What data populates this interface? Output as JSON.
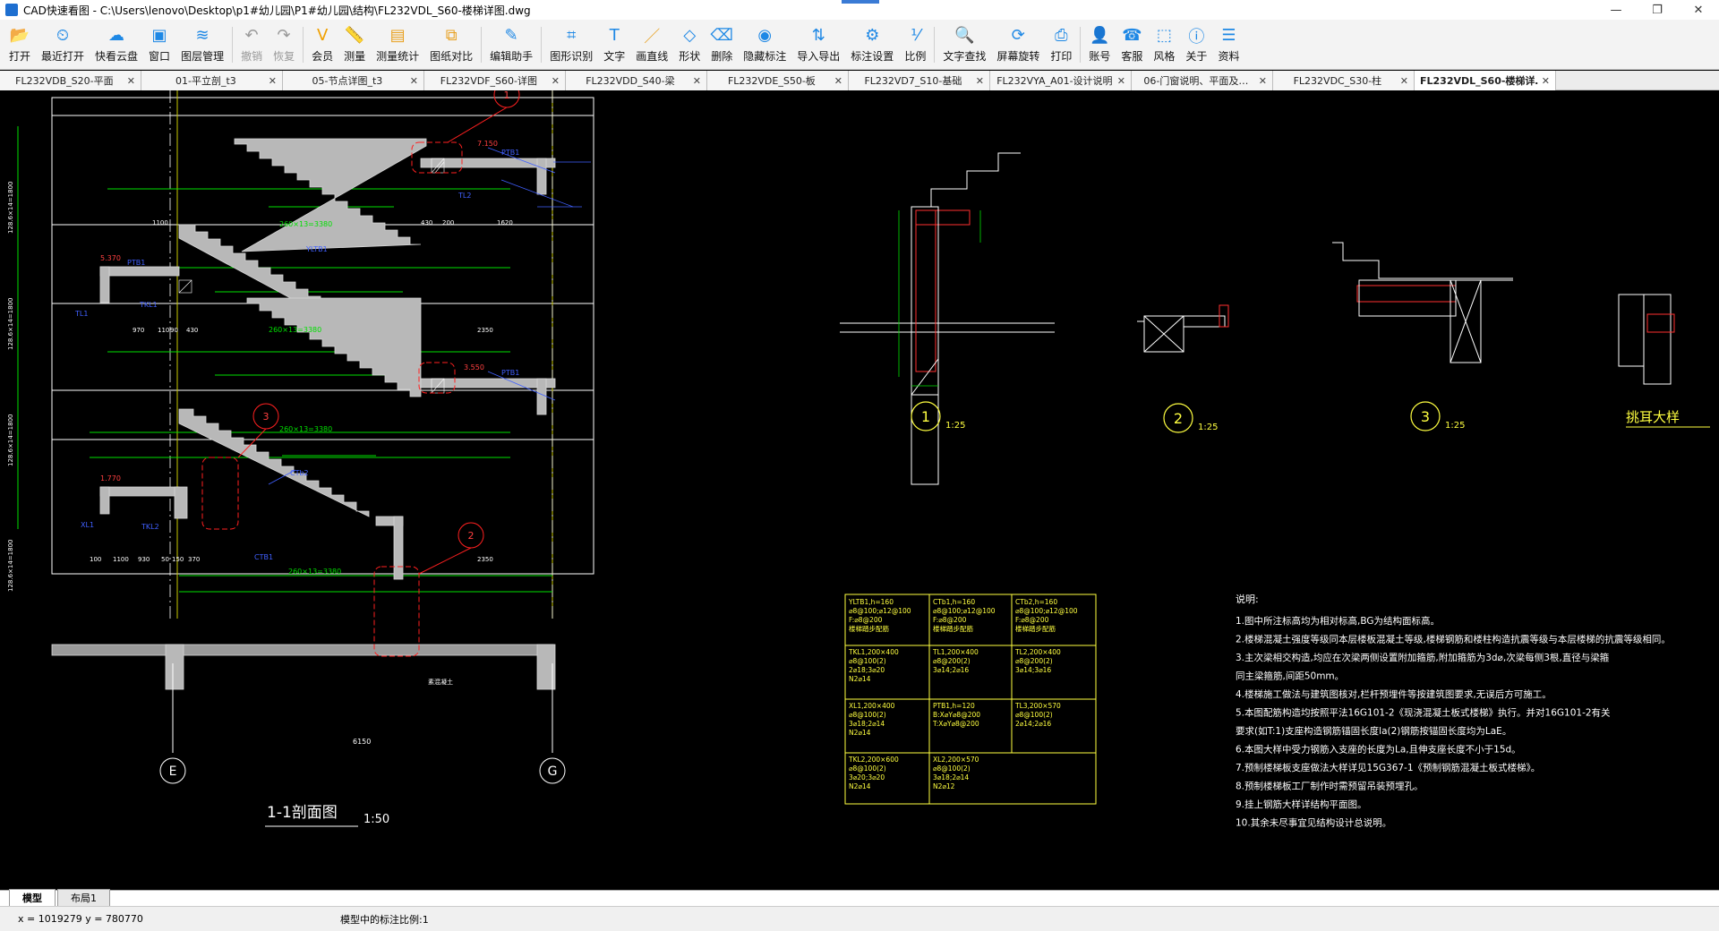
{
  "window": {
    "title": "CAD快速看图 - C:\\Users\\lenovo\\Desktop\\p1#幼儿园\\P1#幼儿园\\结构\\FL232VDL_S60-楼梯详图.dwg",
    "minimize": "—",
    "maximize": "❐",
    "close": "✕"
  },
  "toolbar": [
    {
      "label": "打开",
      "icon": "folder-icon",
      "color": "#1e88e5"
    },
    {
      "label": "最近打开",
      "icon": "clock-icon",
      "color": "#1e88e5"
    },
    {
      "label": "快看云盘",
      "icon": "cloud-icon",
      "color": "#1e88e5"
    },
    {
      "label": "窗口",
      "icon": "window-icon",
      "color": "#1e88e5"
    },
    {
      "label": "图层管理",
      "icon": "layers-icon",
      "color": "#1e88e5"
    },
    {
      "label": "撤销",
      "icon": "undo-icon",
      "color": "#999999",
      "disabled": true
    },
    {
      "label": "恢复",
      "icon": "redo-icon",
      "color": "#999999",
      "disabled": true
    },
    {
      "label": "会员",
      "icon": "vip-icon",
      "color": "#f0a000"
    },
    {
      "label": "测量",
      "icon": "ruler-icon",
      "color": "#1e88e5"
    },
    {
      "label": "测量统计",
      "icon": "stats-icon",
      "color": "#e8a020"
    },
    {
      "label": "图纸对比",
      "icon": "compare-icon",
      "color": "#e8a020"
    },
    {
      "label": "编辑助手",
      "icon": "edit-icon",
      "color": "#1e88e5"
    },
    {
      "label": "图形识别",
      "icon": "recognize-icon",
      "color": "#1e88e5"
    },
    {
      "label": "文字",
      "icon": "text-icon",
      "color": "#1e88e5"
    },
    {
      "label": "画直线",
      "icon": "line-icon",
      "color": "#e8a020"
    },
    {
      "label": "形状",
      "icon": "shape-icon",
      "color": "#1e88e5"
    },
    {
      "label": "删除",
      "icon": "eraser-icon",
      "color": "#1e88e5"
    },
    {
      "label": "隐藏标注",
      "icon": "eye-icon",
      "color": "#1e88e5"
    },
    {
      "label": "导入导出",
      "icon": "import-export-icon",
      "color": "#1e88e5"
    },
    {
      "label": "标注设置",
      "icon": "settings-icon",
      "color": "#1e88e5"
    },
    {
      "label": "比例",
      "icon": "scale-icon",
      "color": "#1e88e5"
    },
    {
      "label": "文字查找",
      "icon": "text-search-icon",
      "color": "#1e88e5"
    },
    {
      "label": "屏幕旋转",
      "icon": "rotate-icon",
      "color": "#1e88e5"
    },
    {
      "label": "打印",
      "icon": "print-icon",
      "color": "#1e88e5"
    },
    {
      "label": "账号",
      "icon": "user-icon",
      "color": "#1e88e5"
    },
    {
      "label": "客服",
      "icon": "headset-icon",
      "color": "#1e88e5"
    },
    {
      "label": "风格",
      "icon": "style-icon",
      "color": "#1e88e5"
    },
    {
      "label": "关于",
      "icon": "info-icon",
      "color": "#1e88e5"
    },
    {
      "label": "资料",
      "icon": "docs-icon",
      "color": "#1e88e5"
    }
  ],
  "tabs": [
    {
      "label": "FL232VDB_S20-平面",
      "active": false
    },
    {
      "label": "01-平立剖_t3",
      "active": false
    },
    {
      "label": "05-节点详图_t3",
      "active": false
    },
    {
      "label": "FL232VDF_S60-详图",
      "active": false
    },
    {
      "label": "FL232VDD_S40-梁",
      "active": false
    },
    {
      "label": "FL232VDE_S50-板",
      "active": false
    },
    {
      "label": "FL232VD7_S10-基础",
      "active": false
    },
    {
      "label": "FL232VYA_A01-设计说明",
      "active": false
    },
    {
      "label": "06-门窗说明、平面及…",
      "active": false
    },
    {
      "label": "FL232VDC_S30-柱",
      "active": false
    },
    {
      "label": "FL232VDL_S60-楼梯详…",
      "active": true
    }
  ],
  "tab_close": "✕",
  "drawing": {
    "section_title": "1-1剖面图",
    "section_scale": "1:50",
    "axis_labels": [
      "E",
      "G"
    ],
    "total_dim": "6150",
    "details": [
      {
        "num": "1",
        "scale": "1:25"
      },
      {
        "num": "2",
        "scale": "1:25"
      },
      {
        "num": "3",
        "scale": "1:25"
      }
    ],
    "tiaoer_label": "挑耳大样",
    "callouts": [
      "1",
      "3",
      "2"
    ],
    "levels": [
      "7.150",
      "5.370",
      "3.550",
      "1.770"
    ],
    "flight_dims": [
      "260×13=3380",
      "260×13=3380",
      "260×13=3380",
      "260×13=3380"
    ],
    "beam_labels": [
      "PTB1",
      "PTB1",
      "PTB1",
      "TL1",
      "TL2",
      "TKL1",
      "TKL2",
      "YLTB1",
      "CTb2",
      "CTB1",
      "XL1"
    ],
    "left_dims": [
      "128.6×14=1800",
      "128.6×14=1800",
      "128.6×14=1800",
      "128.6×14=1800"
    ],
    "bottom_row_dims": [
      "100",
      "1100",
      "930",
      "50",
      "150",
      "370",
      "2350"
    ],
    "mid_row_dims": [
      "970",
      "110",
      "90",
      "430",
      "2350"
    ],
    "top_row_dims": [
      "1100",
      "430",
      "200",
      "1620"
    ],
    "hatch_note": "素混凝土"
  },
  "table": {
    "cells": [
      [
        "YLTB1,h=160\n⌀8@100;⌀12@100\nF:⌀8@200\n楼梯踏步配筋",
        "CTb1,h=160\n⌀8@100;⌀12@100\nF:⌀8@200\n楼梯踏步配筋",
        "CTb2,h=160\n⌀8@100;⌀12@100\nF:⌀8@200\n楼梯踏步配筋"
      ],
      [
        "TKL1,200×400\n⌀8@100(2)\n2⌀18;3⌀20\nN2⌀14",
        "TL1,200×400\n⌀8@200(2)\n3⌀14;2⌀16",
        "TL2,200×400\n⌀8@200(2)\n3⌀14;3⌀16"
      ],
      [
        "XL1,200×400\n⌀8@100(2)\n3⌀18;2⌀14\nN2⌀14",
        "PTB1,h=120\nB:X⌀Y⌀8@200\nT:X⌀Y⌀8@200",
        "TL3,200×570\n⌀8@100(2)\n2⌀14;2⌀16"
      ],
      [
        "TKL2,200×600\n⌀8@100(2)\n3⌀20;3⌀20\nN2⌀14",
        "XL2,200×570\n⌀8@100(2)\n3⌀18;2⌀14\nN2⌀12",
        ""
      ]
    ]
  },
  "notes": {
    "heading": "说明:",
    "lines": [
      "1.图中所注标高均为相对标高,BG为结构面标高。",
      "2.楼梯混凝土强度等级同本层楼板混凝土等级,楼梯钢筋和楼柱构造抗震等级与本层楼梯的抗震等级相同。",
      "3.主次梁相交构造,均应在次梁两侧设置附加箍筋,附加箍筋为3d⌀,次梁每侧3根,直径与梁箍",
      "同主梁箍筋,间距50mm。",
      "4.楼梯施工做法与建筑图核对,栏杆预埋件等按建筑图要求,无误后方可施工。",
      "5.本图配筋构造均按照平法16G101-2《现浇混凝土板式楼梯》执行。并对16G101-2有关",
      "要求(如T:1)支座构造钢筋锚固长度la(2)钢筋按锚固长度均为LaE。",
      "6.本图大样中受力钢筋入支座的长度为La,且伸支座长度不小于15d。",
      "7.预制楼梯板支座做法大样详见15G367-1《预制钢筋混凝土板式楼梯》。",
      "8.预制楼梯板工厂制作时需预留吊装预埋孔。",
      "9.挂上钢筋大样详结构平面图。",
      "10.其余未尽事宜见结构设计总说明。"
    ]
  },
  "model_tabs": [
    {
      "label": "模型",
      "active": true
    },
    {
      "label": "布局1",
      "active": false
    }
  ],
  "status": {
    "coords": "x = 1019279  y = 780770",
    "scale_text": "模型中的标注比例:1"
  }
}
